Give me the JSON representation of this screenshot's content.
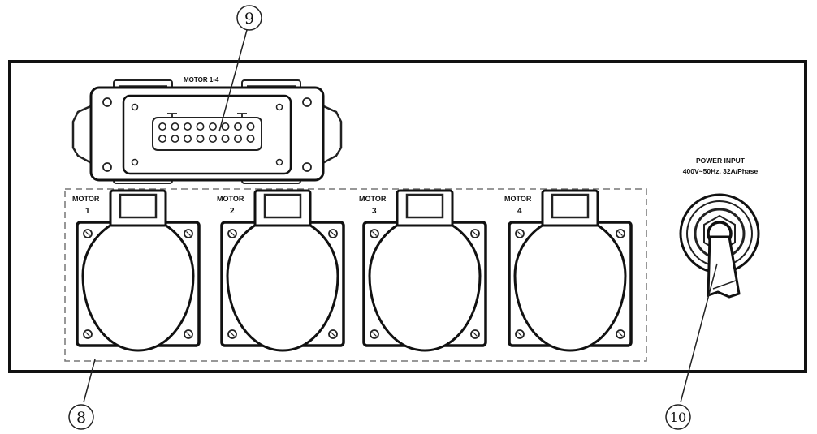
{
  "connector": {
    "label": "MOTOR 1-4"
  },
  "outlets": [
    {
      "name": "MOTOR",
      "number": "1"
    },
    {
      "name": "MOTOR",
      "number": "2"
    },
    {
      "name": "MOTOR",
      "number": "3"
    },
    {
      "name": "MOTOR",
      "number": "4"
    }
  ],
  "power": {
    "line1": "POWER INPUT",
    "line2": "400V~50Hz, 32A/Phase"
  },
  "callouts": {
    "outlets": "8",
    "connector": "9",
    "power": "10"
  }
}
